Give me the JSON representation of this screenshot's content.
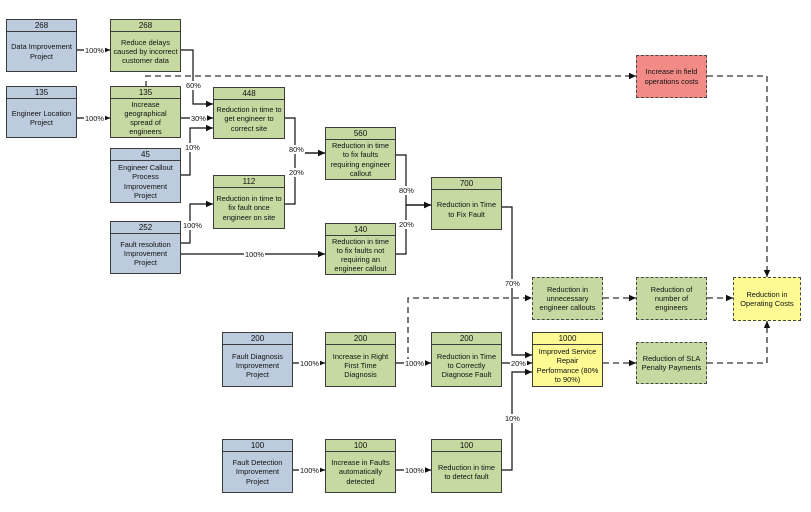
{
  "nodes": {
    "data_improvement": {
      "value": "268",
      "label": "Data Improvement Project"
    },
    "engineer_location": {
      "value": "135",
      "label": "Engineer Location Project"
    },
    "engineer_callout": {
      "value": "45",
      "label": "Engineer Callout Process Improvement Project"
    },
    "fault_resolution": {
      "value": "252",
      "label": "Fault resolution Improvement Project"
    },
    "fault_diagnosis": {
      "value": "200",
      "label": "Fault Diagnosis Improvement Project"
    },
    "fault_detection": {
      "value": "100",
      "label": "Fault Detection Improvement Project"
    },
    "reduce_delays": {
      "value": "268",
      "label": "Reduce delays caused by incorrect customer data"
    },
    "increase_spread": {
      "value": "135",
      "label": "Increase geographical spread of engineers"
    },
    "reduce_time_site": {
      "value": "448",
      "label": "Reduction in time to get engineer to correct site"
    },
    "reduce_time_fix_once": {
      "value": "112",
      "label": "Reduction in time to fix fault once engineer on site"
    },
    "reduce_time_callout": {
      "value": "560",
      "label": "Reduction in time to fix faults requiring engineer callout"
    },
    "reduce_time_no_callout": {
      "value": "140",
      "label": "Reduction in time to fix faults not requiring an engineer callout"
    },
    "reduce_time_fix": {
      "value": "700",
      "label": "Reduction in Time to Fix Fault"
    },
    "increase_rft": {
      "value": "200",
      "label": "Increase in Right First Time Diagnosis"
    },
    "reduce_time_diagnose": {
      "value": "200",
      "label": "Reduction in Time to Correctly Diagnose Fault"
    },
    "increase_detected": {
      "value": "100",
      "label": "Increase in Faults automatically detected"
    },
    "reduce_time_detect": {
      "value": "100",
      "label": "Reduction in time to detect fault"
    },
    "improved_service": {
      "value": "1000",
      "label": "Improved Service Repair Performance (80% to 90%)"
    },
    "field_costs": {
      "label": "Increase in field operations costs"
    },
    "unnecessary_callouts": {
      "label": "Reduction in unnecessary engineer callouts"
    },
    "num_engineers": {
      "label": "Reduction of number of engineers"
    },
    "sla_penalty": {
      "label": "Reduction of SLA Penalty Payments"
    },
    "operating_costs": {
      "label": "Reduction in Operating Costs"
    }
  },
  "edge_labels": {
    "data_to_delays": "100%",
    "location_to_spread": "100%",
    "delays_to_site": "60%",
    "spread_to_site": "30%",
    "callout_to_site": "10%",
    "site_to_callout": "80%",
    "fixonce_to_callout": "20%",
    "resolution_to_fixonce": "100%",
    "resolution_to_nocallout": "100%",
    "callout_to_fix": "80%",
    "nocallout_to_fix": "20%",
    "fix_to_service": "70%",
    "diagnosis_to_rft": "100%",
    "rft_to_diagnose": "100%",
    "diagnose_to_service": "20%",
    "detection_to_detected": "100%",
    "detected_to_detect": "100%",
    "detect_to_service": "10%"
  }
}
